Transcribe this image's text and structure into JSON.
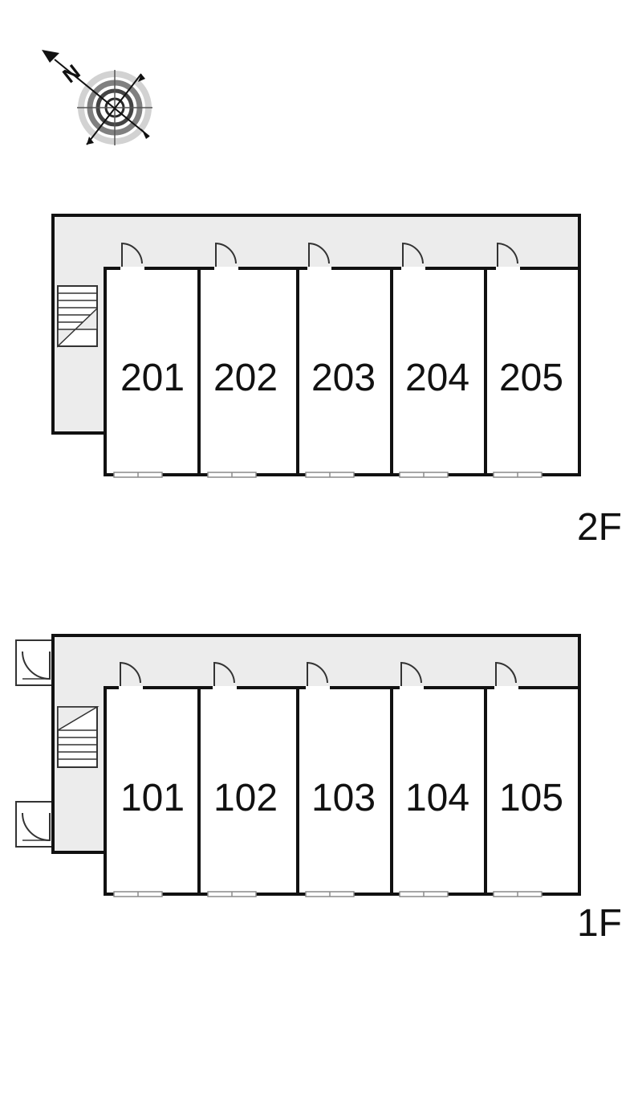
{
  "compass": {
    "north_label": "N",
    "icon": "compass-rose-icon"
  },
  "floors": [
    {
      "id": "2f",
      "label": "2F",
      "units": [
        "201",
        "202",
        "203",
        "204",
        "205"
      ],
      "has_stairs": true,
      "has_side_entrances": false
    },
    {
      "id": "1f",
      "label": "1F",
      "units": [
        "101",
        "102",
        "103",
        "104",
        "105"
      ],
      "has_stairs": true,
      "has_side_entrances": true
    }
  ],
  "colors": {
    "wall": "#111111",
    "corridor": "#ececec",
    "window": "#8a8a8a",
    "background": "#ffffff"
  }
}
